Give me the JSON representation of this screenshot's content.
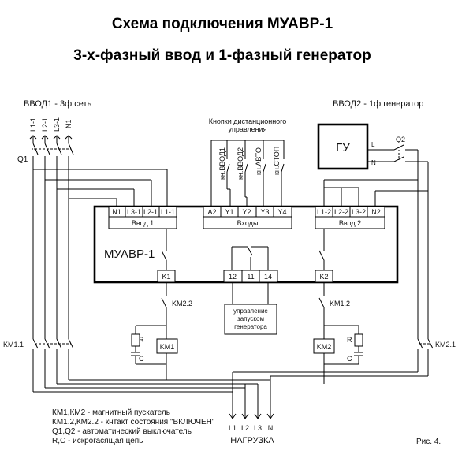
{
  "title": "Схема подключения МУАВР-1",
  "subtitle": "3-х-фазный ввод и 1-фазный генератор",
  "vvod1": {
    "label": "ВВОД1 - 3ф сеть",
    "phases": [
      "L1-1",
      "L2-1",
      "L3-1",
      "N1"
    ],
    "breaker": "Q1",
    "contactor": "KM1.1"
  },
  "vvod2": {
    "label": "ВВОД2 - 1ф генератор",
    "generator": "ГУ",
    "gen_l": "L",
    "gen_n": "N",
    "breaker": "Q2",
    "contactor": "KM2.1"
  },
  "remote": {
    "header_line1": "Кнопки дистанционного",
    "header_line2": "управления",
    "buttons": [
      "кн.ВВОД1",
      "кн.ВВОД2",
      "кн.АВТО",
      "кн.СТОП"
    ]
  },
  "device": {
    "name": "МУАВР-1",
    "input1_terminals": [
      "N1",
      "L3-1",
      "L2-1",
      "L1-1"
    ],
    "input1_label": "Ввод 1",
    "inputs_terminals": [
      "A2",
      "Y1",
      "Y2",
      "Y3",
      "Y4"
    ],
    "inputs_label": "Входы",
    "input2_terminals": [
      "L1-2",
      "L2-2",
      "L3-2",
      "N2"
    ],
    "input2_label": "Ввод 2",
    "k1": "K1",
    "k2": "K2",
    "relay_terminals": [
      "12",
      "11",
      "14"
    ]
  },
  "gen_control": [
    "управление",
    "запуском",
    "генератора"
  ],
  "km1": {
    "aux": "KM2.2",
    "coil": "KM1",
    "r": "R",
    "c": "C"
  },
  "km2": {
    "aux": "KM1.2",
    "coil": "KM2",
    "r": "R",
    "c": "C"
  },
  "load": {
    "lines": [
      "L1",
      "L2",
      "L3",
      "N"
    ],
    "label": "НАГРУЗКА"
  },
  "legend": [
    "КМ1,КМ2 - магнитный пускатель",
    "КМ1.2,КМ2.2 - кнтакт состояния \"ВКЛЮЧЕН\"",
    "Q1,Q2 - автоматический выключатель",
    "R,C - искрогасящая цепь"
  ],
  "figure": "Рис. 4."
}
